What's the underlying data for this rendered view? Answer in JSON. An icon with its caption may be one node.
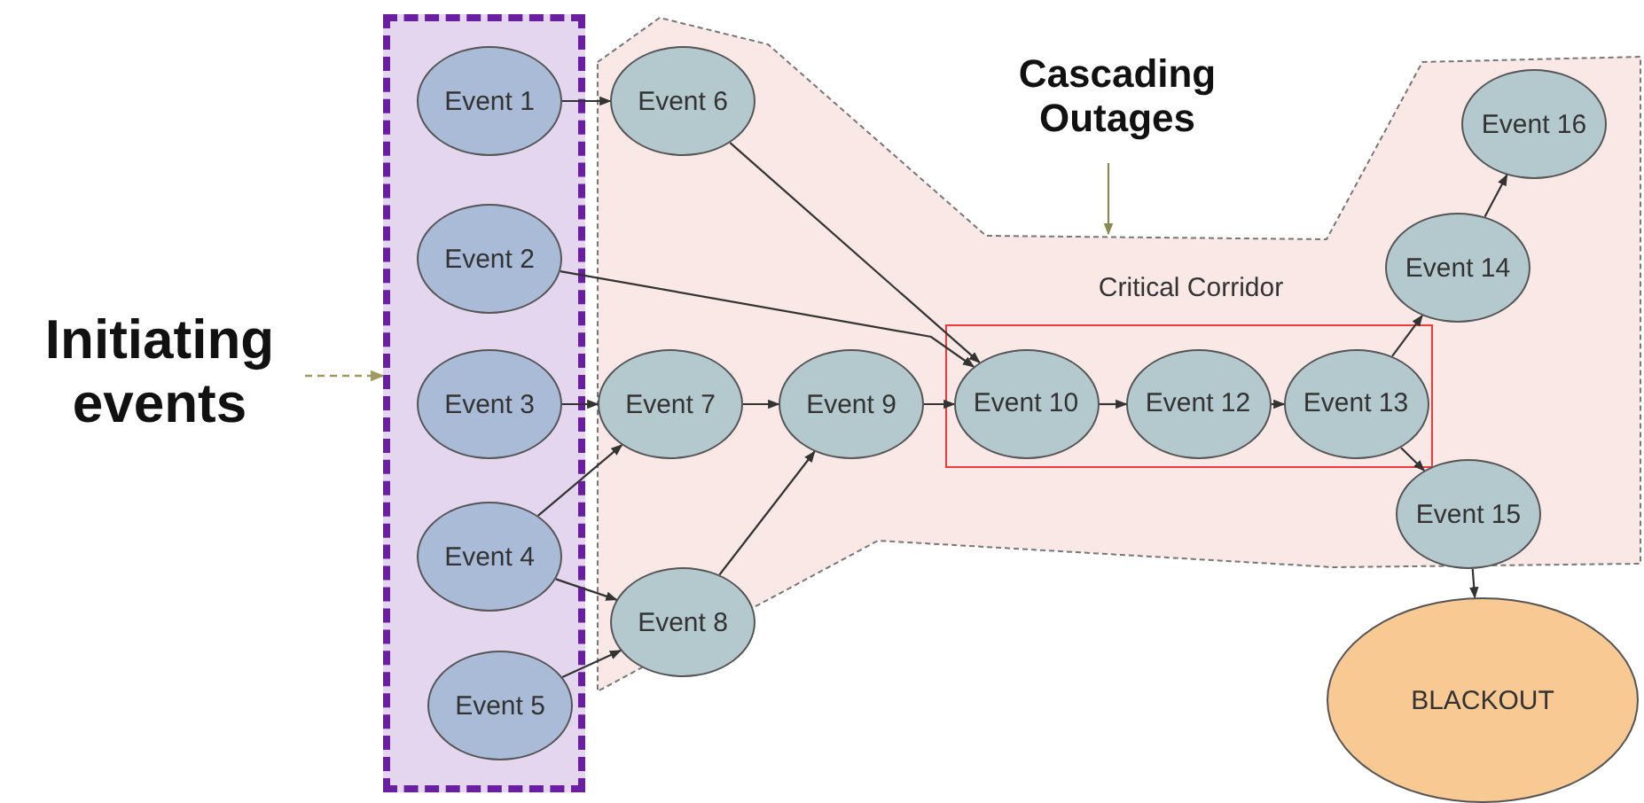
{
  "diagram": {
    "nodes": [
      {
        "text": [],
        "shape": "box"
      },
      {
        "text": [
          "Initiating events"
        ]
      },
      {
        "text": [],
        "shape": "polygon"
      },
      {
        "text": [
          "Cascading Outages"
        ]
      },
      {
        "text": [
          "Critical Corridor"
        ],
        "in": 2
      },
      {
        "text": [
          "Event 1"
        ],
        "in": 0
      },
      {
        "text": [
          "Event 2"
        ],
        "in": 0
      },
      {
        "text": [
          "Event 3"
        ],
        "in": 0
      },
      {
        "text": [
          "Event 4"
        ],
        "in": 0
      },
      {
        "text": [
          "Event 5"
        ],
        "in": 0
      },
      {
        "text": [
          "Event 6"
        ],
        "in": 2
      },
      {
        "text": [
          "Event 7"
        ],
        "in": 2
      },
      {
        "text": [
          "Event 8"
        ],
        "in": 2
      },
      {
        "text": [
          "Event 9"
        ],
        "in": 2
      },
      {
        "text": [
          "Event 10"
        ],
        "in": 4
      },
      {
        "text": [
          "Event 12"
        ],
        "in": 4
      },
      {
        "text": [
          "Event 13"
        ],
        "in": 4
      },
      {
        "text": [
          "Event 14"
        ],
        "in": 2
      },
      {
        "text": [
          "Event 15"
        ],
        "in": 2
      },
      {
        "text": [
          "Event 16"
        ],
        "in": 2
      },
      {
        "text": [
          "BLACKOUT"
        ]
      }
    ],
    "edges": [
      {
        "from": 1,
        "to": 0,
        "arrow": "to",
        "style": "dashed",
        "color": "#a09a60"
      },
      {
        "from": 3,
        "to": 2,
        "arrow": "to",
        "color": "#8a8a50"
      },
      {
        "from": 5,
        "to": 10,
        "arrow": "to"
      },
      {
        "from": 6,
        "to": 14,
        "arrow": "to"
      },
      {
        "from": 7,
        "to": 11,
        "arrow": "to"
      },
      {
        "from": 8,
        "to": 11,
        "arrow": "to"
      },
      {
        "from": 8,
        "to": 12,
        "arrow": "to"
      },
      {
        "from": 9,
        "to": 12,
        "arrow": "to"
      },
      {
        "from": 10,
        "to": 14,
        "arrow": "to"
      },
      {
        "from": 11,
        "to": 13,
        "arrow": "to"
      },
      {
        "from": 12,
        "to": 13,
        "arrow": "to"
      },
      {
        "from": 13,
        "to": 14,
        "arrow": "to"
      },
      {
        "from": 14,
        "to": 15,
        "arrow": "to"
      },
      {
        "from": 15,
        "to": 16,
        "arrow": "to"
      },
      {
        "from": 16,
        "to": 17,
        "arrow": "to"
      },
      {
        "from": 16,
        "to": 18,
        "arrow": "to"
      },
      {
        "from": 17,
        "to": 19,
        "arrow": "to"
      },
      {
        "from": 18,
        "to": 20,
        "arrow": "to"
      }
    ]
  }
}
